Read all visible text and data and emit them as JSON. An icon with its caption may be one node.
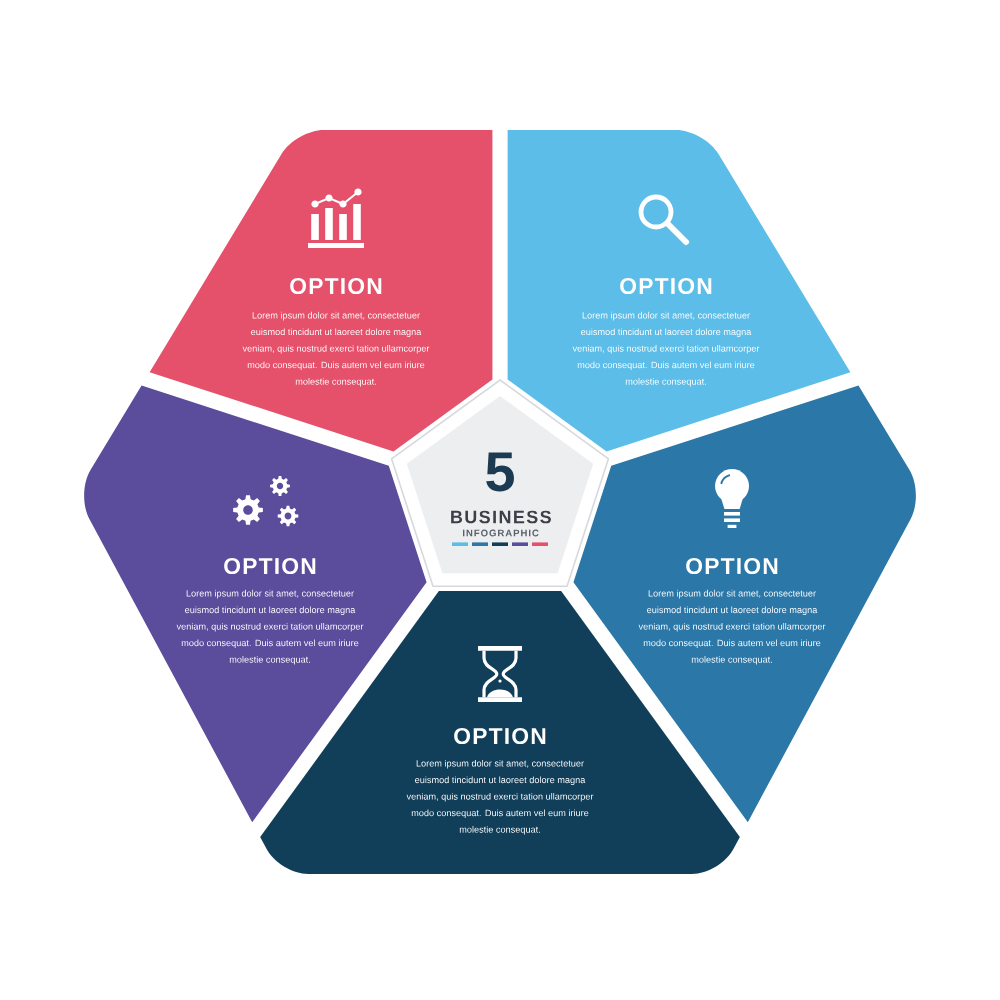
{
  "diagram": {
    "nodes": [
      {
        "text": [
          "OPTION",
          "Lorem ipsum dolor sit amet, consectetuer euismod tincidunt ut laoreet dolore magna veniam, quis nostrud exerci tation ullamcorper modo consequat. Duis autem vel eum iriure molestie consequat."
        ]
      },
      {
        "text": [
          "OPTION",
          "Lorem ipsum dolor sit amet, consectetuer euismod tincidunt ut laoreet dolore magna veniam, quis nostrud exerci tation ullamcorper modo consequat. Duis autem vel eum iriure molestie consequat."
        ]
      },
      {
        "text": [
          "OPTION",
          "Lorem ipsum dolor sit amet, consectetuer euismod tincidunt ut laoreet dolore magna veniam, quis nostrud exerci tation ullamcorper modo consequat. Duis autem vel eum iriure molestie consequat."
        ]
      },
      {
        "text": [
          "5",
          "BUSINESS",
          "INFOGRAPHIC"
        ]
      },
      {
        "text": [
          "OPTION",
          "Lorem ipsum dolor sit amet, consectetuer euismod tincidunt ut laoreet dolore magna veniam, quis nostrud exerci tation ullamcorper modo consequat. Duis autem vel eum iriure molestie consequat."
        ]
      },
      {
        "text": [
          "OPTION",
          "Lorem ipsum dolor sit amet, consectetuer euismod tincidunt ut laoreet dolore magna veniam, quis nostrud exerci tation ullamcorper modo consequat. Duis autem vel eum iriure molestie consequat."
        ]
      }
    ]
  }
}
